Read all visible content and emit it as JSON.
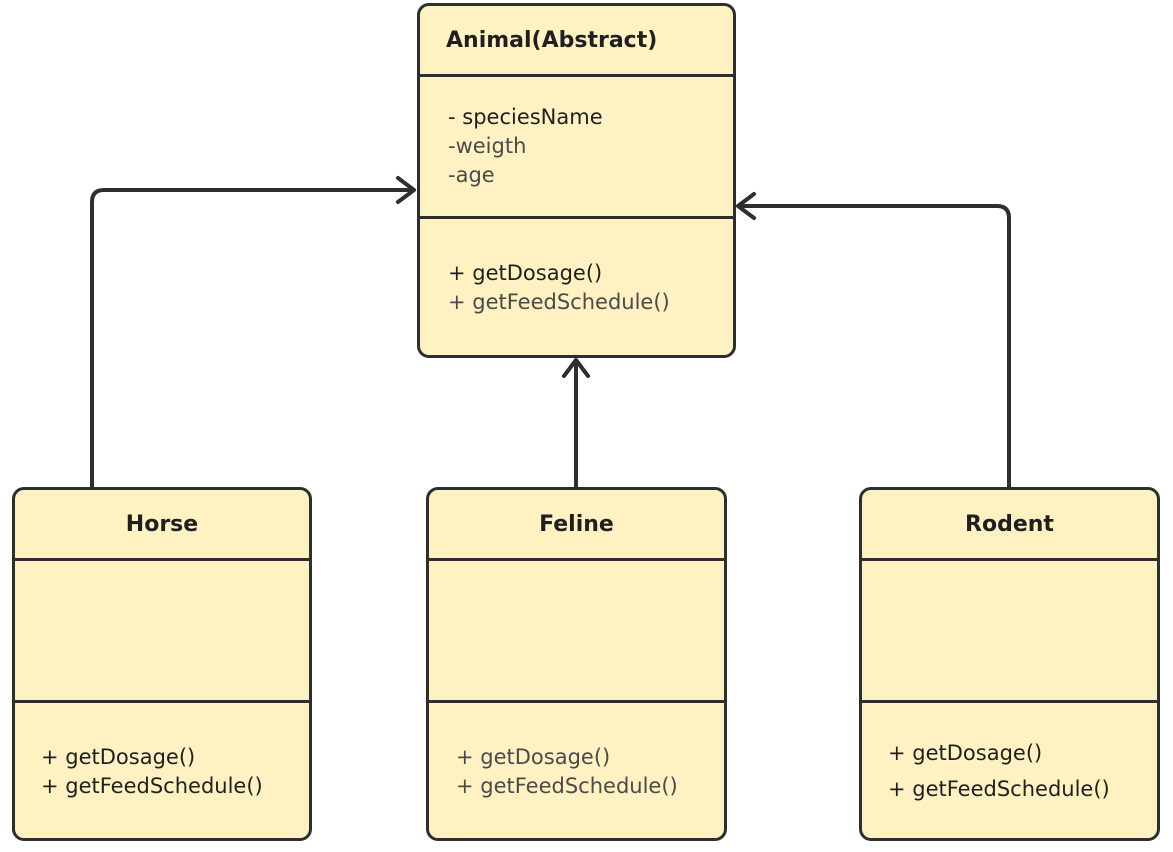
{
  "diagram": {
    "colors": {
      "fill": "#fff2c2",
      "stroke": "#2e2e2e"
    },
    "classes": {
      "animal": {
        "name": "Animal(Abstract)",
        "attributes": [
          "- speciesName",
          "-weigth",
          "-age"
        ],
        "methods": [
          "+ getDosage()",
          "+ getFeedSchedule()"
        ]
      },
      "horse": {
        "name": "Horse",
        "attributes": [],
        "methods": [
          "+ getDosage()",
          "+ getFeedSchedule()"
        ]
      },
      "feline": {
        "name": "Feline",
        "attributes": [],
        "methods": [
          "+ getDosage()",
          "+ getFeedSchedule()"
        ]
      },
      "rodent": {
        "name": "Rodent",
        "attributes": [],
        "methods": [
          "+ getDosage()",
          "+ getFeedSchedule()"
        ]
      }
    },
    "relations": [
      {
        "type": "inheritance",
        "from": "Horse",
        "to": "Animal(Abstract)"
      },
      {
        "type": "inheritance",
        "from": "Feline",
        "to": "Animal(Abstract)"
      },
      {
        "type": "inheritance",
        "from": "Rodent",
        "to": "Animal(Abstract)"
      }
    ]
  }
}
